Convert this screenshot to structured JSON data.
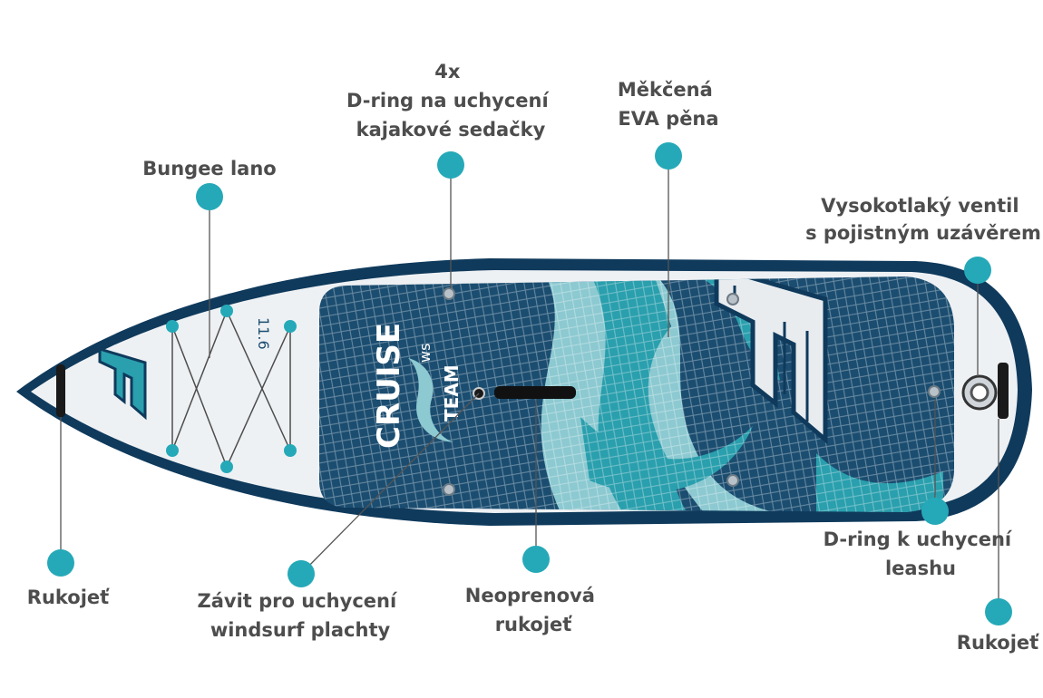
{
  "colors": {
    "marker": "#25a9b8",
    "label_text": "#4d4d4d",
    "leader_line": "#555555",
    "board_navy": "#0f3a5c",
    "board_deck": "#1b4d70",
    "board_teal": "#2a9fad",
    "board_light_teal": "#8cc9d1",
    "board_rim": "#eef1f4"
  },
  "board": {
    "model": "CRUISE",
    "variant": "ws",
    "edition": "TEAM",
    "size": "11.6",
    "logo_icon": "f2-logo-icon"
  },
  "labels": {
    "bungee": [
      "Bungee lano"
    ],
    "dring_seat": [
      "4x",
      "D-ring na uchycení",
      "kajakové sedačky"
    ],
    "eva": [
      "Měkčená",
      "EVA pěna"
    ],
    "valve": [
      "Vysokotlaký ventil",
      "s pojistným uzávěrem"
    ],
    "handle_left": [
      "Rukojeť"
    ],
    "thread": [
      "Závit pro uchycení",
      "windsurf plachty"
    ],
    "neoprene": [
      "Neoprenová",
      "rukojeť"
    ],
    "dring_leash": [
      "D-ring k uchycení",
      "leashu"
    ],
    "handle_right": [
      "Rukojeť"
    ]
  }
}
